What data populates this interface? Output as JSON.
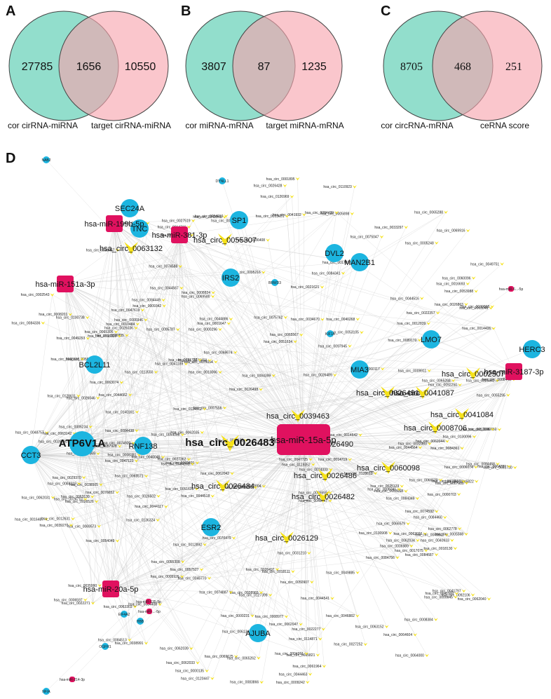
{
  "venns": [
    {
      "letter": "A",
      "left": "27785",
      "center": "1656",
      "right": "10550",
      "left_label": "cor cirRNA-miRNA",
      "right_label": "target cirRNA-miRNA",
      "serif": false
    },
    {
      "letter": "B",
      "left": "3807",
      "center": "87",
      "right": "1235",
      "left_label": "cor miRNA-mRNA",
      "right_label": "target miRNA-mRNA",
      "serif": false
    },
    {
      "letter": "C",
      "left": "8705",
      "center": "468",
      "right": "251",
      "left_label": "cor circRNA-mRNA",
      "right_label": "ceRNA score",
      "serif": true
    }
  ],
  "network": {
    "letter": "D",
    "colors": {
      "mrna": "#1cb5e0",
      "mirna": "#e0115f",
      "circ": "#f6e21a",
      "edge": "#c9c9c9"
    },
    "hub": "hsa-miR-15a-5p",
    "mirnas": [
      {
        "label": "hsa-miR-199b-5p",
        "size": "m"
      },
      {
        "label": "hsa-miR-381-3p",
        "size": "m"
      },
      {
        "label": "hsa-miR-151a-3p",
        "size": "m"
      },
      {
        "label": "hsa-miR-3187-3p",
        "size": "m"
      },
      {
        "label": "hsa-miR-20a-5p",
        "size": "m"
      },
      {
        "label": "hsa-miR-6...-5p",
        "size": "s"
      },
      {
        "label": "hsa-miR-135-5p",
        "size": "s"
      },
      {
        "label": "hsa-miR-...-5p",
        "size": "s"
      },
      {
        "label": "hsa-miR-214-3p",
        "size": "s"
      }
    ],
    "mrnas": [
      {
        "label": "SEC24A",
        "size": "m"
      },
      {
        "label": "TNC",
        "size": "m"
      },
      {
        "label": "SP1",
        "size": "m"
      },
      {
        "label": "DVL2",
        "size": "m"
      },
      {
        "label": "MAN2B1",
        "size": "m"
      },
      {
        "label": "IRS2",
        "size": "m"
      },
      {
        "label": "LMO7",
        "size": "m"
      },
      {
        "label": "HERC3",
        "size": "m"
      },
      {
        "label": "BCL2L11",
        "size": "m"
      },
      {
        "label": "MIA3",
        "size": "m"
      },
      {
        "label": "ATP6V1A",
        "size": "l"
      },
      {
        "label": "CCT3",
        "size": "m"
      },
      {
        "label": "RNF138",
        "size": "m"
      },
      {
        "label": "ESR2",
        "size": "m"
      },
      {
        "label": "AJUBA",
        "size": "m"
      },
      {
        "label": "NAB2",
        "size": "s"
      },
      {
        "label": "DYNLL1",
        "size": "s"
      },
      {
        "label": "KIF1A",
        "size": "s"
      },
      {
        "label": "EIF4A2",
        "size": "s"
      },
      {
        "label": "HBB",
        "size": "s"
      },
      {
        "label": "OGFR1",
        "size": "s"
      },
      {
        "label": "NFIA",
        "size": "s"
      },
      {
        "label": "BRWD3",
        "size": "s"
      }
    ],
    "key_circs": [
      "hsa_circ_0063132",
      "hsa_circ_0055307",
      "hsa_circ_0002507",
      "hsa_circ_0041087",
      "hsa_circ_0026491",
      "hsa_circ_0039463",
      "hsa_circ_0041084",
      "hsa_circ_0008706",
      "hsa_circ_0026483",
      "hsa_circ_0026490",
      "hsa_circ_0060098",
      "hsa_circ_0026486",
      "hsa_circ_0026484",
      "hsa_circ_0026482",
      "hsa_circ_0026129"
    ],
    "small_circs": [
      "hsa_circ_0026890",
      "hsa_circ_0066579",
      "hsa_circ_0063130",
      "hsa_circ_0026885",
      "hsa_circ_0069675",
      "hsa_circ_0069674",
      "hsa_circ_0084438",
      "hsa_circ_0001647",
      "hsa_circ_0058120",
      "hsa_circ_0045447",
      "hsa_circ_0084687",
      "hsa_circ_0099916",
      "hsa_circ_0069573",
      "hsa_circ_0069580",
      "hsa_circ_0064000",
      "hsa_circ_0069571",
      "hsa_circ_0063074",
      "hsa_circ_0008384",
      "hsa_circ_0055300",
      "hsa_circ_0044463",
      "hsa_circ_0008391",
      "hsa_circ_0010484",
      "hsa_circ_0041932",
      "hsa_circ_0130908",
      "hsa_circ_0027362",
      "hsa_circ_0045822",
      "hsa_circ_0052835",
      "hsa_circ_0092250",
      "hsa_circ_0026526",
      "hsa_circ_0016487",
      "hsa_circ_0038505",
      "hsa_circ_0026497",
      "hsa_circ_0075762",
      "hsa_circ_0065262",
      "hsa_circ_0069916",
      "hsa_circ_0013651",
      "hsa_circ_0007556",
      "hsa_circ_0045770",
      "hsa_circ_0044541",
      "hsa_circ_0027519",
      "hsa_circ_0083866",
      "hsa_circ_0130096",
      "hsa_circ_0136323",
      "hsa_circ_0065396",
      "hsa_circ_0092106",
      "hsa_circ_0089170",
      "hsa_circ_0044564",
      "hsa_circ_0054019",
      "hsa_circ_0062068",
      "hsa_circ_0061964",
      "hsa_circ_0065559",
      "hsa_circ_0014719",
      "hsa_circ_0053105",
      "hsa_circ_0062035",
      "hsa_circ_0000231",
      "hsa_circ_0000703",
      "hsa_circ_0050907",
      "hsa_circ_0034670",
      "hsa_circ_0047725",
      "hsa_circ_0075054",
      "hsa_circ_0051609",
      "hsa_circ_0047569",
      "hsa_circ_0062031",
      "hsa_circ_0038991",
      "hsa_circ_0004866",
      "hsa_circ_0127399",
      "hsa_circ_0128610",
      "hsa_circ_0049885",
      "hsa_circ_0031730",
      "hsa_circ_0076652",
      "hsa_circ_0026046",
      "hsa_circ_0062040",
      "hsa_circ_0074588",
      "hsa_circ_0063048",
      "hsa_circ_0022357",
      "hsa_circ_0048757",
      "hsa_circ_0110923",
      "hsa_circ_0003457",
      "hsa_circ_0002401",
      "hsa_circ_0055295",
      "hsa_circ_0044567",
      "hsa_circ_0126969",
      "hsa_circ_0006234",
      "hsa_circ_0060096",
      "hsa_circ_0007000",
      "hsa_circ_0000296",
      "hsa_circ_0044886",
      "hsa_circ_0046882",
      "hsa_circ_0112004",
      "hsa_circ_0023442",
      "hsa_circ_0006074",
      "hsa_circ_0063152",
      "hsa_circ_0085821",
      "hsa_circ_0062033",
      "hsa_circ_0026036",
      "hsa_circ_0040268",
      "hsa_circ_0005926",
      "hsa_circ_0026863",
      "hsa_circ_0053068",
      "hsa_circ_0074920",
      "hsa_circ_0054049",
      "hsa_circ_0005263",
      "hsa_circ_0084319",
      "hsa_circ_0060117",
      "hsa_circ_0044117",
      "hsa_circ_0062042",
      "hsa_circ_0041797",
      "hsa_circ_0026489",
      "hsa_circ_0044662",
      "hsa_circ_0012892",
      "hsa_circ_0036408",
      "hsa_circ_0114871",
      "hsa_circ_0049751",
      "hsa_circ_0006597",
      "hsa_circ_0017835",
      "hsa_circ_0084349",
      "hsa_circ_0000045",
      "hsa_circ_0002543",
      "hsa_circ_0038969",
      "hsa_circ_0070479",
      "hsa_circ_0014406",
      "hsa_circ_0005898",
      "hsa_circ_0061343",
      "hsa_circ_0041920",
      "hsa_circ_0008446",
      "hsa_circ_0057527",
      "hsa_circ_0008135",
      "hsa_circ_0017075",
      "hsa_circ_0033297",
      "hsa_circ_0128611",
      "hsa_circ_0000346",
      "hsa_circ_0008341",
      "hsa_circ_0022271",
      "hsa_circ_0001895",
      "hsa_circ_0084265",
      "hsa_circ_0012839",
      "hsa_circ_0018111",
      "hsa_circ_0003666",
      "hsa_circ_0084513",
      "hsa_circ_0075047",
      "hsa_circ_0114572",
      "hsa_circ_0040045",
      "hsa_circ_0057928",
      "hsa_circ_0062047",
      "hsa_circ_0113550",
      "hsa_circ_0100738",
      "hsa_circ_0054008",
      "hsa_circ_0000702",
      "hsa_circ_0031102",
      "hsa_circ_0073458",
      "hsa_circ_0074592",
      "hsa_circ_0012631",
      "hsa_circ_0119352",
      "hsa_circ_0065288",
      "hsa_circ_0005248",
      "hsa_circ_0084336",
      "hsa_circ_0084361",
      "hsa_circ_0013066",
      "hsa_circ_0009342",
      "hsa_circ_0000135",
      "hsa_circ_0041189",
      "hsa_circ_0014716",
      "hsa_circ_0062044",
      "hsa_circ_0062034",
      "hsa_circ_0066520",
      "hsa_circ_0063142",
      "hsa_circ_0084460",
      "hsa_circ_0025129",
      "hsa_circ_0084756",
      "hsa_circ_0062026",
      "hsa_circ_0049642",
      "hsa_circ_0062039",
      "hsa_circ_0029370",
      "hsa_circ_0053988",
      "hsa_circ_0063303",
      "hsa_circ_0047123",
      "hsa_circ_0021621",
      "hsa_circ_0047619",
      "hsa_circ_0018130",
      "hsa_circ_0026502",
      "hsa_circ_0084439",
      "hsa_circ_0027252",
      "hsa_circ_0040933",
      "hsa_circ_0051634",
      "hsa_circ_0136324",
      "hsa_circ_0051196",
      "hsa_circ_0095216",
      "hsa_circ_0084458",
      "hsa_circ_0074710",
      "hsa_circ_0039270",
      "hsa_circ_0065567",
      "hsa_circ_0009911",
      "hsa_circ_0074887",
      "hsa_circ_0030998",
      "hsa_circ_0044516",
      "hsa_circ_0035990",
      "hsa_circ_0064604",
      "hsa_circ_0049293",
      "hsa_circ_0084408",
      "hsa_circ_0062778",
      "hsa_circ_0044518",
      "hsa_circ_0140161",
      "hsa_circ_0005787",
      "hsa_circ_0009242",
      "hsa_circ_0004991",
      "hsa_circ_0084449",
      "hsa_circ_0097945",
      "hsa_circ_0014333",
      "hsa_circ_0026428",
      "hsa_circ_0026498",
      "hsa_circ_0032383",
      "hsa_circ_0120447",
      "hsa_circ_0014642",
      "hsa_circ_0022277",
      "hsa_circ_0031722",
      "hsa_circ_0008977",
      "hsa_circ_0005568",
      "hsa_circ_0064391",
      "hsa_circ_0043945",
      "hsa_circ_0065268",
      "hsa_circ_0016693",
      "hsa_circ_0084399",
      "hsa_circ_0006989",
      "hsa_circ_0008201",
      "hsa_circ_0031210",
      "hsa_circ_0008824",
      "hsa_circ_0084341"
    ]
  }
}
